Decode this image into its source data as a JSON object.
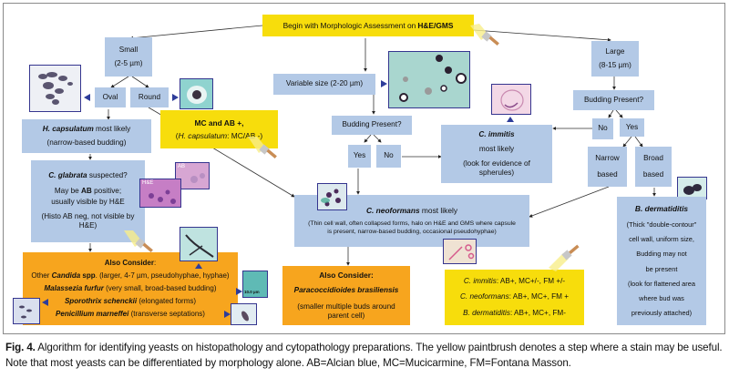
{
  "diagram": {
    "start": {
      "text": "Begin with Morphologic Assessment on ",
      "bold": "H&E/GMS"
    },
    "small": {
      "line1": "Small",
      "line2": "(2-5 µm)"
    },
    "oval": "Oval",
    "round": "Round",
    "mc_ab": {
      "line1": "MC and AB +,",
      "line2_italic": "H. capsulatum",
      "line2_rest": ": MC/AB -)",
      "open_paren": "("
    },
    "hcaps": {
      "name": "H. capsulatum",
      "rest": " most likely",
      "line2": "(narrow-based budding)"
    },
    "glabrata": {
      "name": "C. glabrata",
      "rest": " suspected?",
      "line2a": "May be ",
      "line2b": "AB",
      "line2c": " positive;",
      "line3": "usually visible by H&E",
      "line4": "(Histo AB neg, not visible by H&E)"
    },
    "also_left": {
      "title": "Also Consider",
      "title_colon": ":",
      "items": [
        {
          "pre": "Other ",
          "name": "Candida",
          "mid": " spp",
          "rest": ". (larger, 4-7 µm, pseudohyphae, hyphae)"
        },
        {
          "pre": "",
          "name": "Malassezia furfur",
          "mid": "",
          "rest": " (very small, broad-based budding)"
        },
        {
          "pre": "",
          "name": "Sporothrix schenckii",
          "mid": "",
          "rest": " (elongated forms)"
        },
        {
          "pre": "",
          "name": "Penicillium marneffei",
          "mid": "",
          "rest": " (transverse septations)"
        }
      ]
    },
    "variable": "Variable size (2-20 µm)",
    "budding_mid": "Budding Present?",
    "yes_mid": "Yes",
    "no_mid": "No",
    "immitis": {
      "name": "C. immitis",
      "line2": "most likely",
      "line3": "(look for evidence of spherules)"
    },
    "neoformans": {
      "name": "C. neoformans",
      "rest": " most likely",
      "line2": "(Thin cell wall, often collapsed forms, halo on H&E and GMS where capsule is present, narrow-based budding, occasional pseudohyphae)"
    },
    "also_mid": {
      "title": "Also Consider:",
      "name": "Paracoccidioides brasiliensis",
      "line3": "(smaller multiple buds around parent cell)"
    },
    "stains": [
      {
        "name": "C. immitis",
        "rest": ": AB+, MC+/-, FM +/-"
      },
      {
        "name": "C. neoformans",
        "rest": ": AB+, MC+, FM +"
      },
      {
        "name": "B. dermatiditis",
        "rest": ": AB+, MC+, FM-"
      }
    ],
    "large": {
      "line1": "Large",
      "line2": "(8-15 µm)"
    },
    "budding_right": "Budding Present?",
    "no_right": "No",
    "yes_right": "Yes",
    "narrow": {
      "line1": "Narrow",
      "line2": "based"
    },
    "broad": {
      "line1": "Broad",
      "line2": "based"
    },
    "dermatiditis": {
      "name": "B. dermatiditis",
      "lines": [
        "(Thick \"double-contour\"",
        "cell wall, uniform size,",
        "Budding may not",
        "be present",
        "(look for flattened area",
        "where bud was",
        "previously attached)"
      ]
    },
    "thumb_labels": {
      "he": "H&E",
      "ab": "AB",
      "scale": "10.0 µm"
    },
    "colors": {
      "blue_box": "#b3c9e6",
      "yellow_box": "#f7dd0c",
      "orange_box": "#f7a51e",
      "thumb_border": "#35358f"
    }
  },
  "caption": {
    "label": "Fig. 4.",
    "text": " Algorithm for identifying yeasts on histopathology and cytopathology preparations. The yellow paintbrush denotes a step where a stain may be useful. Note that most yeasts can be differentiated by morphology alone. AB=Alcian blue, MC=Mucicarmine, FM=Fontana Masson."
  }
}
